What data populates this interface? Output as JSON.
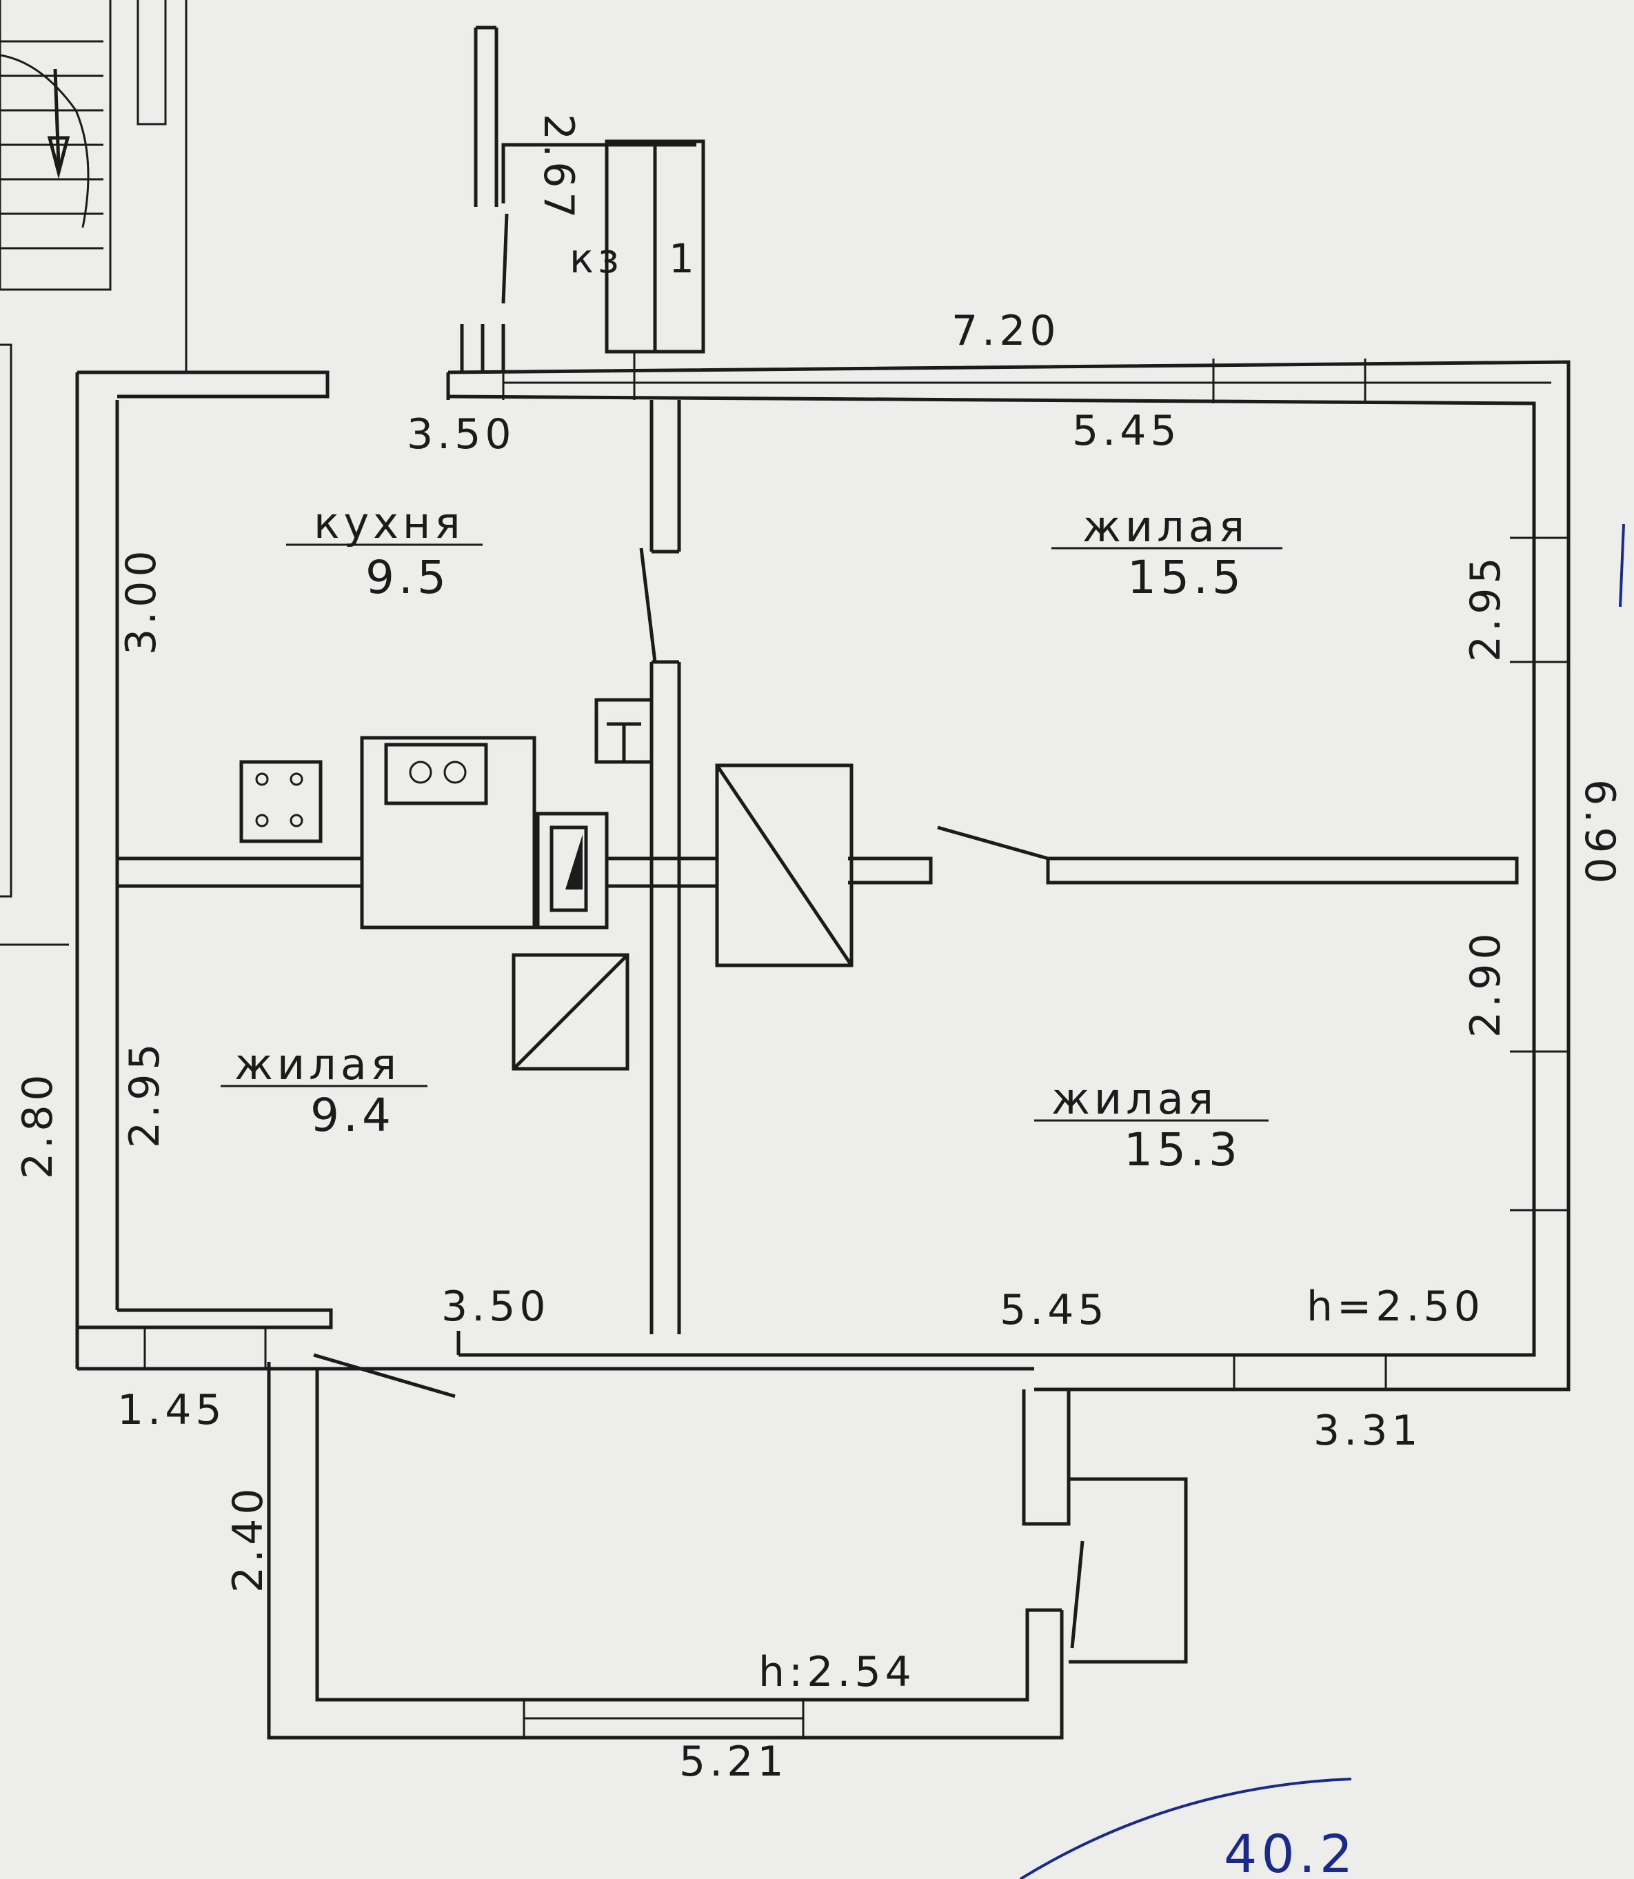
{
  "plan": {
    "header": {
      "mark_kz": "кз",
      "mark_one": "1"
    },
    "rooms": {
      "kitchen": {
        "name": "кухня",
        "area": "9.5"
      },
      "living_top_right": {
        "name": "жилая",
        "area": "15.5"
      },
      "living_bottom_left": {
        "name": "жилая",
        "area": "9.4"
      },
      "living_bottom_right": {
        "name": "жилая",
        "area": "15.3"
      }
    },
    "dimensions": {
      "top_stair_side": "2.67",
      "top_overall": "7.20",
      "kitchen_top": "3.50",
      "living_top_right_top": "5.45",
      "kitchen_left": "3.00",
      "living_top_right_right": "2.95",
      "overall_right": "6.90",
      "living_bottom_right_right": "2.90",
      "overall_left": "2.80",
      "living_bottom_left_left": "2.95",
      "living_bottom_left_bottom": "3.50",
      "living_bottom_right_bottom": "5.45",
      "height_main": "h=2.50",
      "bottom_right_offset": "3.31",
      "bottom_left_offset": "1.45",
      "annex_left": "2.40",
      "annex_height": "h:2.54",
      "annex_bottom": "5.21"
    },
    "handwritten_total": "40.2",
    "colors": {
      "paper": "#ededeb",
      "ink": "#1b1b1b",
      "pen": "#1a2a8a"
    }
  }
}
